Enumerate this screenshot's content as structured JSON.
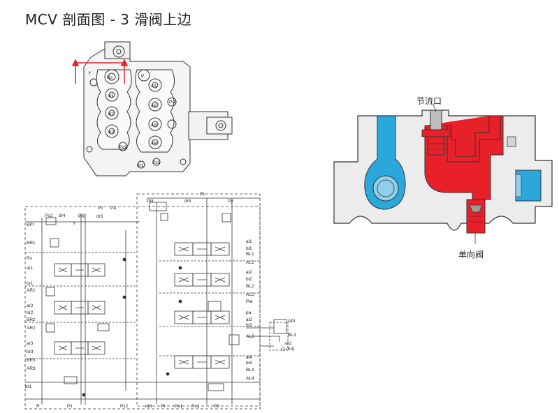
{
  "title": "MCV 剖面图 - 3 滑阀上边",
  "top_view_labels": [
    "Y",
    "Rs",
    "ar1",
    "ar2",
    "ar3",
    "Px2",
    "dr1",
    "P",
    "al1",
    "Pal",
    "al2",
    "al3",
    "al4",
    "Px1"
  ],
  "section_view": {
    "throttle_label": "节流口",
    "check_valve_label": "单向阀",
    "colors": {
      "red": "#e8202a",
      "blue": "#2aa8dc",
      "body": "#ececec",
      "outline": "#333333"
    }
  },
  "schematic": {
    "top_labels": [
      "Pc2",
      "dr4",
      "PR",
      "Pc",
      "Pa",
      "Pbl",
      "dr5",
      "PL",
      "Py"
    ],
    "left_labels": [
      "BPl",
      "BR1",
      "Rs",
      "ar1",
      "br1",
      "AR1",
      "ar2",
      "br2",
      "BR2",
      "AR2",
      "ar3",
      "br3",
      "BR3",
      "AR3"
    ],
    "right_labels": [
      "al1",
      "bl1",
      "BL1",
      "AL1",
      "al2",
      "bl2",
      "BL2",
      "AL2",
      "Pal",
      "pa",
      "al3",
      "bl3",
      "BL3",
      "AL3",
      "dr2",
      "(2-dr4)",
      "al4",
      "bl4",
      "BL4",
      "AL4",
      "APl"
    ],
    "bottom_labels": [
      "R",
      "P1",
      "Px2",
      "dr3",
      "Pt",
      "Ps1",
      "Px1",
      "P2"
    ],
    "misc_labels": [
      "Y",
      "dr3",
      "dr1"
    ]
  }
}
